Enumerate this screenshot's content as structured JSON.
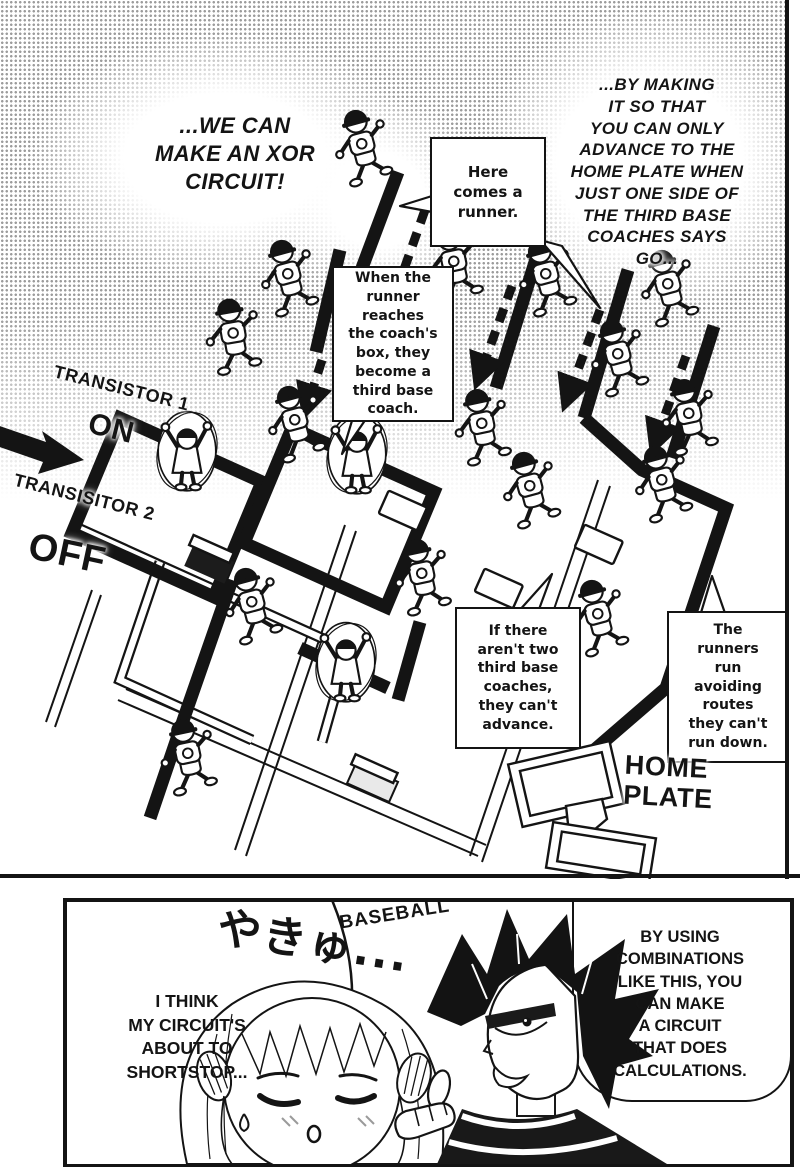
{
  "colors": {
    "ink": "#141414",
    "paper": "#ffffff",
    "halftone": "#9d9d9d"
  },
  "top_panel": {
    "narration_left": "...WE CAN\nMAKE AN XOR\nCIRCUIT!",
    "narration_right": "...BY MAKING\nIT SO THAT\nYOU CAN ONLY\nADVANCE TO THE\nHOME PLATE WHEN\nJUST ONE SIDE OF\nTHE THIRD BASE\nCOACHES SAYS\nGO...",
    "bubbles": {
      "here": "Here\ncomes a\nrunner.",
      "when": "When the\nrunner\nreaches\nthe coach's\nbox, they\nbecome a\nthird base\ncoach.",
      "ifnot": "If there\naren't two\nthird base\ncoaches,\nthey can't\nadvance.",
      "runners": "The\nrunners\nrun\navoiding\nroutes\nthey can't\nrun down."
    },
    "labels": {
      "transistor1_name": "TRANSISTOR 1",
      "transistor1_state": "ON",
      "transistor2_name": "TRANSISITOR 2",
      "transistor2_state": "OFF",
      "home_plate": "HOME\nPLATE"
    }
  },
  "bottom_panel": {
    "sfx_japanese": "やきゅ...",
    "sfx_translation": "BASEBALL",
    "girl_bubble": "I THINK\nMY CIRCUIT'S\nABOUT TO\nSHORTSTOP...",
    "boy_bubble": "BY USING\nCOMBINATIONS\nLIKE THIS, YOU\nCAN MAKE\nA CIRCUIT\nTHAT DOES\nCALCULATIONS."
  }
}
